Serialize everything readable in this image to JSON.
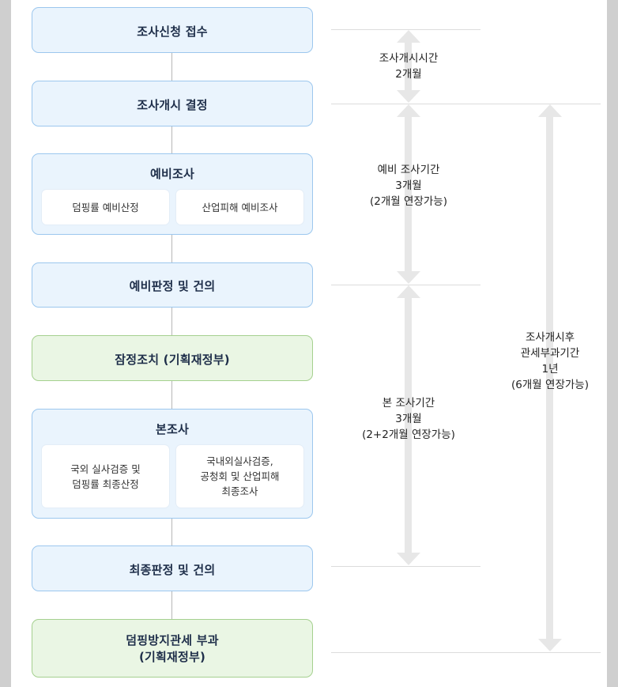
{
  "steps": {
    "receipt": "조사신청 접수",
    "start_decision": "조사개시 결정",
    "prelim": {
      "title": "예비조사",
      "sub1": "덤핑률 예비산정",
      "sub2": "산업피해 예비조사"
    },
    "prelim_decision": "예비판정 및 건의",
    "provisional": "잠정조치 (기획재정부)",
    "main": {
      "title": "본조사",
      "sub1": "국외 실사검증 및\n덤핑률 최종산정",
      "sub2": "국내외실사검증,\n공청회 및 산업피해\n최종조사"
    },
    "final_decision": "최종판정 및 건의",
    "duty": "덤핑방지관세 부과\n(기획재정부)"
  },
  "periods": {
    "start_period": "조사개시시간\n2개월",
    "prelim_period": "예비 조사기간\n3개월\n(2개월 연장가능)",
    "main_period": "본 조사기간\n3개월\n(2+2개월 연장가능)",
    "total_period": "조사개시후\n관세부과기간\n1년\n(6개월 연장가능)"
  },
  "colors": {
    "step_fill": "#eaf4fd",
    "step_border": "#9cc7ee",
    "action_fill": "#eaf6e4",
    "action_border": "#a5d08f",
    "arrow": "#e7e7e7"
  }
}
